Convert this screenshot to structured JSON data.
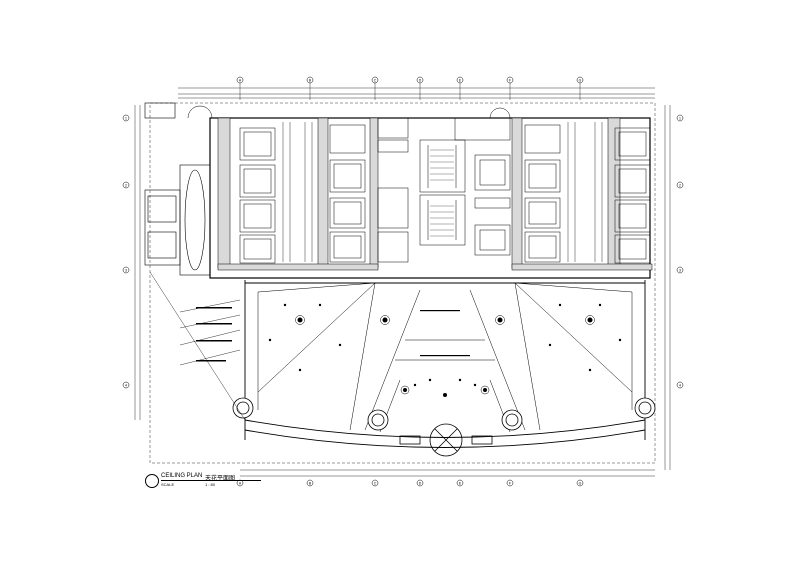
{
  "drawing": {
    "title": "CEILING PLAN",
    "title_cn": "天花平面图",
    "scale_label": "SCALE",
    "scale_value": "1 : 80",
    "sheet_ref": "",
    "grid_labels_top": [
      "A",
      "B",
      "C",
      "D",
      "E",
      "F",
      "G"
    ],
    "grid_labels_side": [
      "1",
      "2",
      "3",
      "4",
      "5"
    ]
  },
  "colors": {
    "line": "#000000",
    "paper": "#ffffff",
    "fill": "#d9d9d9"
  }
}
